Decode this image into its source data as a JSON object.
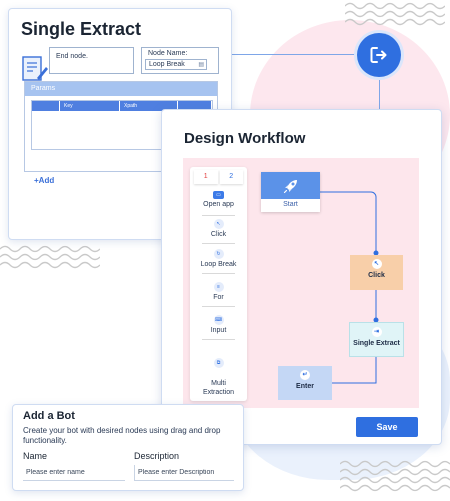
{
  "extract_card": {
    "title": "Single Extract",
    "end_node_text": "End node.",
    "node_name_label": "Node Name:",
    "node_name_value": "Loop Break",
    "params_label": "Params",
    "columns": [
      "",
      "Key",
      "Xpath",
      ""
    ],
    "add_label": "+Add"
  },
  "workflow_card": {
    "title": "Design Workflow",
    "palette_tabs": [
      "1",
      "2"
    ],
    "palette_items": [
      {
        "label": "Open app",
        "icon": "app-window-icon"
      },
      {
        "label": "Click",
        "icon": "cursor-click-icon"
      },
      {
        "label": "Loop Break",
        "icon": "loop-icon"
      },
      {
        "label": "For",
        "icon": "for-loop-icon"
      },
      {
        "label": "Input",
        "icon": "input-icon"
      },
      {
        "label": "Multi\nExtraction",
        "icon": "multi-extract-icon"
      }
    ],
    "nodes": {
      "start": "Start",
      "click": "Click",
      "extract": "Single Extract",
      "enter": "Enter"
    },
    "save_label": "Save"
  },
  "bot_card": {
    "title": "Add a Bot",
    "description": "Create your bot with desired nodes using drag and drop functionality.",
    "name_label": "Name",
    "description_label": "Description",
    "name_placeholder": "Please enter name",
    "description_placeholder": "Please enter Description"
  },
  "colors": {
    "accent": "#2f6fe0",
    "canvas_bg": "#fde6ec",
    "click_node": "#f8cfa9",
    "extract_node": "#e0f4f7",
    "enter_node": "#c4d7f5"
  }
}
